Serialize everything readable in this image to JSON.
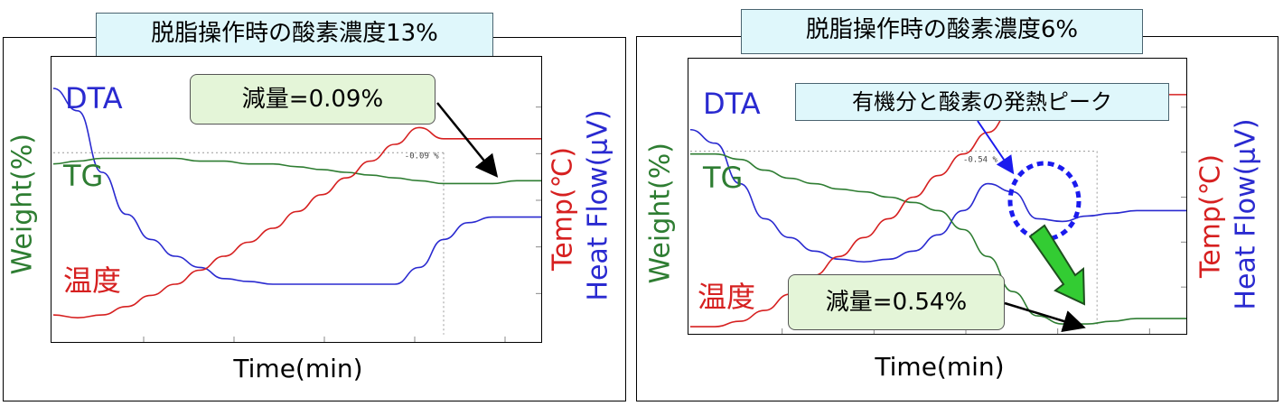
{
  "panels": [
    {
      "title": "脱脂操作時の酸素濃度13%",
      "annotation": "減量=0.09%",
      "inline_label": "-0.09 %",
      "series_labels": {
        "dta": "DTA",
        "tg": "TG",
        "temp": "温度"
      },
      "xlabel": "Time(min)",
      "ylabel_left": "Weight(%)",
      "ylabel_right_1": "Temp(℃)",
      "ylabel_right_2": "Heat Flow(μV)"
    },
    {
      "title": "脱脂操作時の酸素濃度6%",
      "annotation": "減量=0.54%",
      "inline_label": "-0.54 %",
      "peak_note": "有機分と酸素の発熱ピーク",
      "series_labels": {
        "dta": "DTA",
        "tg": "TG",
        "temp": "温度"
      },
      "xlabel": "Time(min)",
      "ylabel_left": "Weight(%)",
      "ylabel_right_1": "Temp(℃)",
      "ylabel_right_2": "Heat Flow(μV)"
    }
  ],
  "colors": {
    "dta": "#2a2ad0",
    "tg": "#2e7d32",
    "temp": "#d62020",
    "arrow_fill": "#33cc33",
    "circle": "#1a1aee"
  },
  "chart_data": [
    {
      "type": "line",
      "title": "脱脂操作時の酸素濃度13%",
      "xlabel": "Time(min)",
      "ylabel": "Weight(%)",
      "grid": false,
      "x": [
        0,
        0.05,
        0.1,
        0.15,
        0.2,
        0.25,
        0.3,
        0.35,
        0.4,
        0.45,
        0.5,
        0.55,
        0.6,
        0.65,
        0.7,
        0.75,
        0.8,
        0.85,
        0.9,
        0.95,
        1.0
      ],
      "series": [
        {
          "name": "DTA",
          "values": [
            0.1,
            0.18,
            0.4,
            0.55,
            0.64,
            0.7,
            0.74,
            0.78,
            0.79,
            0.8,
            0.8,
            0.8,
            0.8,
            0.8,
            0.8,
            0.74,
            0.64,
            0.58,
            0.56,
            0.56,
            0.56
          ]
        },
        {
          "name": "TG",
          "values": [
            0.37,
            0.36,
            0.35,
            0.35,
            0.35,
            0.35,
            0.36,
            0.36,
            0.37,
            0.37,
            0.38,
            0.39,
            0.4,
            0.41,
            0.42,
            0.43,
            0.44,
            0.44,
            0.44,
            0.43,
            0.43
          ]
        },
        {
          "name": "温度",
          "values": [
            0.91,
            0.92,
            0.91,
            0.88,
            0.84,
            0.8,
            0.75,
            0.7,
            0.65,
            0.6,
            0.54,
            0.48,
            0.42,
            0.36,
            0.3,
            0.24,
            0.28,
            0.28,
            0.28,
            0.28,
            0.28
          ]
        }
      ]
    },
    {
      "type": "line",
      "title": "脱脂操作時の酸素濃度6%",
      "xlabel": "Time(min)",
      "ylabel": "Weight(%)",
      "grid": false,
      "x": [
        0,
        0.05,
        0.1,
        0.15,
        0.2,
        0.25,
        0.3,
        0.35,
        0.4,
        0.45,
        0.5,
        0.55,
        0.6,
        0.65,
        0.7,
        0.75,
        0.8,
        0.85,
        0.9,
        0.95,
        1.0
      ],
      "series": [
        {
          "name": "DTA",
          "values": [
            0.25,
            0.3,
            0.45,
            0.58,
            0.65,
            0.7,
            0.73,
            0.74,
            0.73,
            0.7,
            0.64,
            0.55,
            0.45,
            0.48,
            0.58,
            0.59,
            0.57,
            0.56,
            0.55,
            0.55,
            0.55
          ]
        },
        {
          "name": "TG",
          "values": [
            0.34,
            0.34,
            0.36,
            0.4,
            0.43,
            0.45,
            0.47,
            0.48,
            0.5,
            0.52,
            0.55,
            0.62,
            0.72,
            0.85,
            0.94,
            0.97,
            0.97,
            0.96,
            0.95,
            0.95,
            0.95
          ]
        },
        {
          "name": "温度",
          "values": [
            0.98,
            0.98,
            0.96,
            0.92,
            0.86,
            0.79,
            0.72,
            0.65,
            0.58,
            0.5,
            0.42,
            0.34,
            0.26,
            0.17,
            0.12,
            0.12,
            0.12,
            0.12,
            0.12,
            0.12,
            0.12
          ]
        }
      ]
    }
  ]
}
